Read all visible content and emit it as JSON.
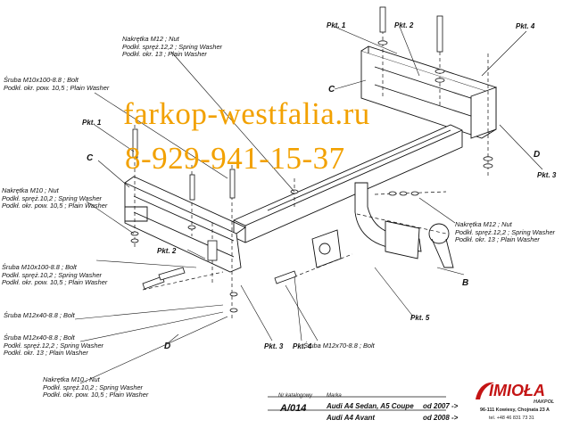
{
  "watermark": {
    "site": "farkop-westfalia.ru",
    "phone": "8-929-941-15-37"
  },
  "labels": {
    "nut_m12_top": [
      "Nakrętka  M12 ; Nut",
      "Podkł. spręż.12,2 ; Spring Washer",
      "Podkł. okr. 13 ; Plain Washer"
    ],
    "bolt_m10x100_top": [
      "Śruba M10x100-8.8 ;  Bolt",
      "Podkł. okr. pow. 10,5 ; Plain Washer"
    ],
    "nut_m10_left": [
      "Nakrętka  M10 ; Nut",
      "Podkł. spręż.10,2 ; Spring Washer",
      "Podkł. okr. pow. 10,5 ; Plain Washer"
    ],
    "bolt_m10x100_left": [
      "Śruba M10x100-8.8 ;  Bolt",
      "Podkł. spręż.10,2 ; Spring Washer",
      "Podkł. okr. pow. 10,5 ; Plain Washer"
    ],
    "bolt_m12x40_a": [
      "Śruba M12x40-8.8 ;  Bolt"
    ],
    "bolt_m12x40_b": [
      "Śruba M12x40-8.8 ;  Bolt",
      "Podkł. spręż.12,2 ; Spring Washer",
      "Podkł. okr. 13 ; Plain Washer"
    ],
    "nut_m10_bottom": [
      "Nakrętka  M10 ; Nut",
      "Podkł. spręż.10,2 ; Spring Washer",
      "Podkł. okr. pow. 10,5 ; Plain Washer"
    ],
    "nut_m12_right": [
      "Nakrętka  M12 ; Nut",
      "Podkł. spręż.12,2 ; Spring Washer",
      "Podkł. okr. 13 ; Plain Washer"
    ],
    "bolt_m12x70": [
      "Śruba M12x70-8.8 ;  Bolt"
    ]
  },
  "points": {
    "pkt1_top": "Pkt. 1",
    "pkt2_top": "Pkt. 2",
    "pkt4_top": "Pkt. 4",
    "pkt3_right": "Pkt. 3",
    "pkt1_left": "Pkt. 1",
    "pkt2_left": "Pkt. 2",
    "pkt3_bottom": "Pkt. 3",
    "pkt4_bottom": "Pkt. 4",
    "pkt5": "Pkt. 5"
  },
  "letters": {
    "c_top": "C",
    "d_right": "D",
    "c_left": "C",
    "b_right": "B",
    "d_left": "D"
  },
  "caption": {
    "catalog_label": "Nr katalogowy",
    "catalog_number": "A/014",
    "brand_label": "Marka",
    "car1": "Audi A4 Sedan, A5 Coupe",
    "car2": "Audi A4 Avant",
    "from1": "od 2007 ->",
    "from2": "od 2008 ->"
  },
  "logo": {
    "name": "IMIOŁA",
    "sub": "HAKPOL",
    "address": "96-111 Kowiesy, Chojnata 23 A",
    "phone": "tel. +48 46 831 73 31",
    "accent_color": "#c41414"
  },
  "colors": {
    "watermark": "#f2a100",
    "line": "#111111"
  }
}
